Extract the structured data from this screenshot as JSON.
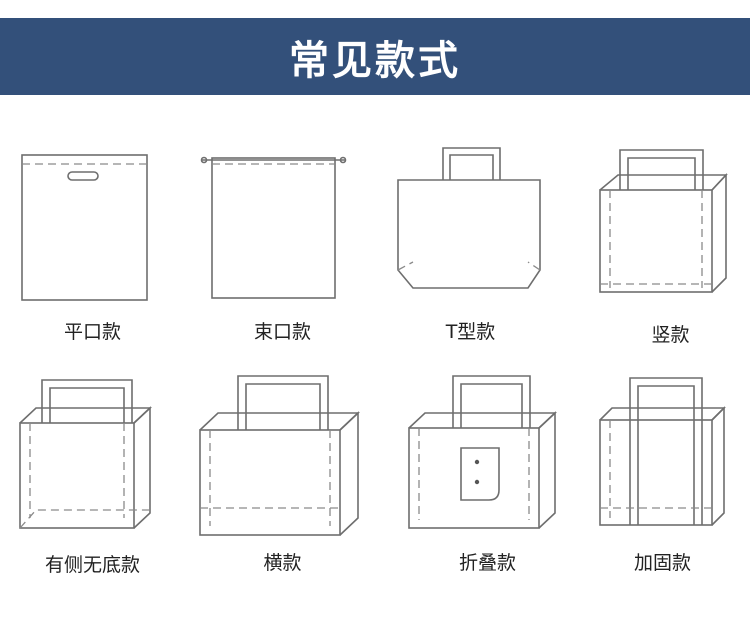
{
  "banner": {
    "title": "常见款式"
  },
  "styles": [
    {
      "label": "平口款"
    },
    {
      "label": "束口款"
    },
    {
      "label": "T型款"
    },
    {
      "label": "竖款"
    },
    {
      "label": "有侧无底款"
    },
    {
      "label": "横款"
    },
    {
      "label": "折叠款"
    },
    {
      "label": "加固款"
    }
  ],
  "colors": {
    "banner_bg": "#33507a",
    "banner_text": "#ffffff",
    "outline": "#6e6e6e"
  }
}
